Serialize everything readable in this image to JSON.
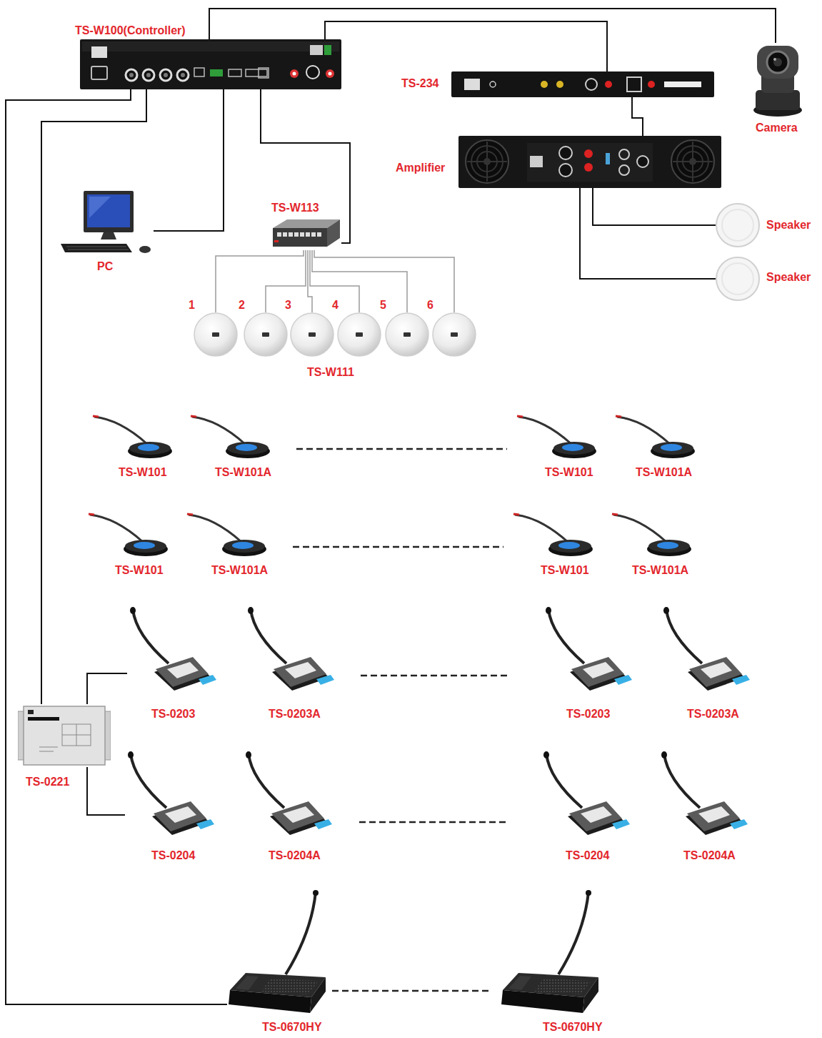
{
  "diagram": {
    "nodes": [
      {
        "text": [
          "TS-W100(Controller)"
        ]
      },
      {
        "text": [
          "TS-234"
        ]
      },
      {
        "text": [
          "Camera"
        ]
      },
      {
        "text": [
          "Amplifier"
        ]
      },
      {
        "text": [
          "PC"
        ]
      },
      {
        "text": [
          "TS-W113"
        ]
      },
      {
        "text": [
          "Speaker"
        ]
      },
      {
        "text": [
          "Speaker"
        ]
      },
      {
        "text": [
          "1"
        ]
      },
      {
        "text": [
          "2"
        ]
      },
      {
        "text": [
          "3"
        ]
      },
      {
        "text": [
          "4"
        ]
      },
      {
        "text": [
          "5"
        ]
      },
      {
        "text": [
          "6"
        ]
      },
      {
        "text": [
          "TS-W101"
        ]
      },
      {
        "text": [
          "TS-W101A"
        ]
      },
      {
        "text": [
          "TS-W101"
        ]
      },
      {
        "text": [
          "TS-W101A"
        ]
      },
      {
        "text": [
          "TS-W101"
        ]
      },
      {
        "text": [
          "TS-W101A"
        ]
      },
      {
        "text": [
          "TS-W101"
        ]
      },
      {
        "text": [
          "TS-W101A"
        ]
      },
      {
        "text": [
          "TS-0203"
        ]
      },
      {
        "text": [
          "TS-0203A"
        ]
      },
      {
        "text": [
          "TS-0203"
        ]
      },
      {
        "text": [
          "TS-0203A"
        ]
      },
      {
        "text": [
          "TS-0221"
        ]
      },
      {
        "text": [
          "TS-0204"
        ]
      },
      {
        "text": [
          "TS-0204A"
        ]
      },
      {
        "text": [
          "TS-0204"
        ]
      },
      {
        "text": [
          "TS-0204A"
        ]
      },
      {
        "text": [
          "TS-0670HY"
        ]
      },
      {
        "text": [
          "TS-0670HY"
        ]
      }
    ],
    "edges": [
      {
        "from": 0,
        "to": 1,
        "arrow": "none"
      },
      {
        "from": 0,
        "to": 2,
        "arrow": "none"
      },
      {
        "from": 1,
        "to": 3,
        "arrow": "none"
      },
      {
        "from": 3,
        "to": 6,
        "arrow": "none"
      },
      {
        "from": 3,
        "to": 7,
        "arrow": "none"
      },
      {
        "from": 0,
        "to": 4,
        "arrow": "none"
      },
      {
        "from": 0,
        "to": 5,
        "arrow": "none"
      },
      {
        "from": 5,
        "to": 8,
        "arrow": "none"
      },
      {
        "from": 5,
        "to": 9,
        "arrow": "none"
      },
      {
        "from": 5,
        "to": 10,
        "arrow": "none"
      },
      {
        "from": 5,
        "to": 11,
        "arrow": "none"
      },
      {
        "from": 5,
        "to": 12,
        "arrow": "none"
      },
      {
        "from": 5,
        "to": 13,
        "arrow": "none"
      },
      {
        "from": 0,
        "to": 26,
        "arrow": "none"
      },
      {
        "from": 26,
        "to": 22,
        "arrow": "none"
      },
      {
        "from": 26,
        "to": 27,
        "arrow": "none"
      },
      {
        "from": 0,
        "to": 31,
        "arrow": "none"
      }
    ],
    "labels": [
      "TS-W111"
    ]
  }
}
